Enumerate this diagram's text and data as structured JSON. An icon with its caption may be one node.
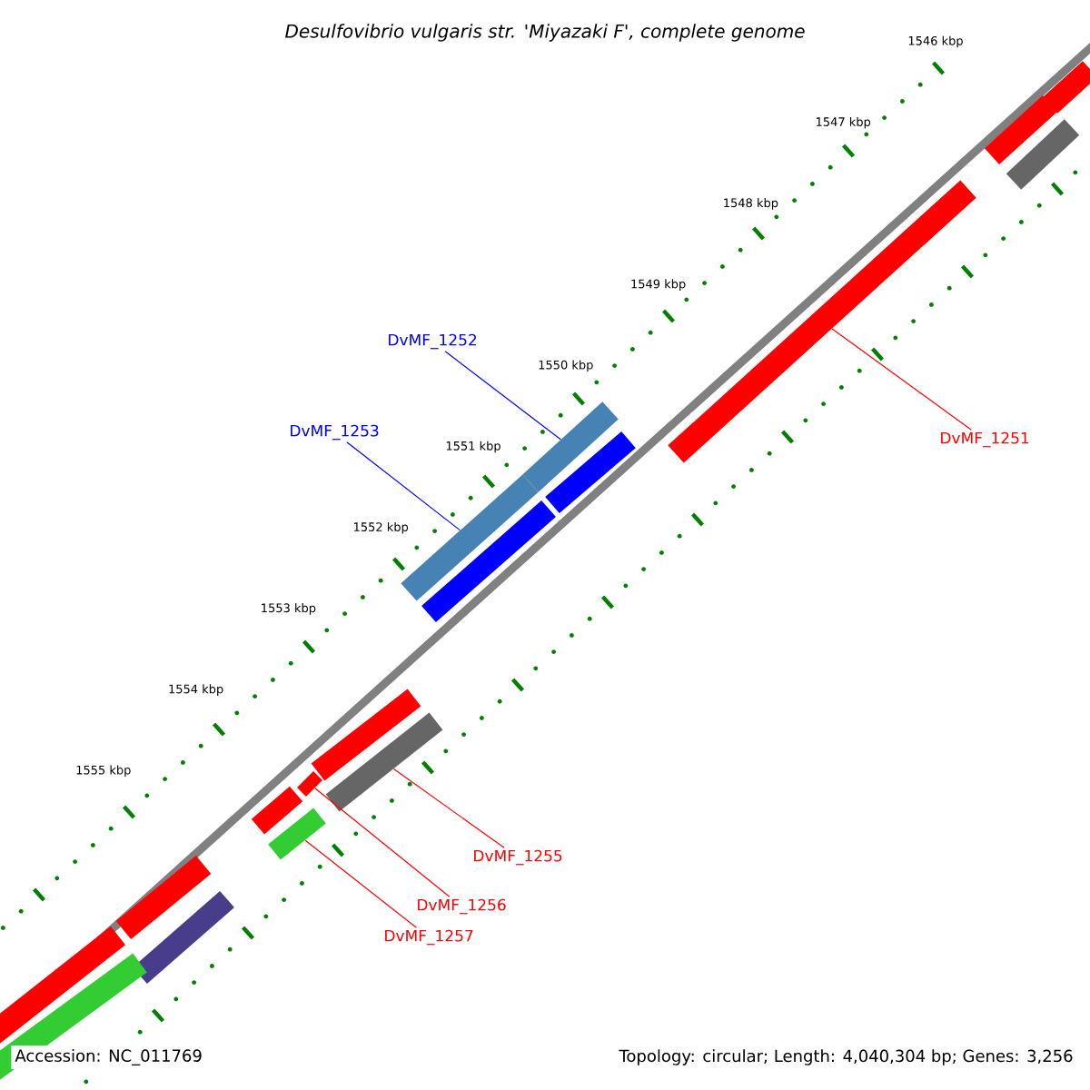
{
  "diagram": {
    "title": "*Desulfovibrio vulgaris* str. 'Miyazaki F', complete genome",
    "nodes": [
      {
        "text": [],
        "shape": "bar"
      },
      {
        "text": [],
        "shape": "bar"
      },
      {
        "text": [],
        "shape": "bar"
      },
      {
        "text": [],
        "shape": "bar"
      },
      {
        "text": [],
        "shape": "bar"
      },
      {
        "text": [],
        "shape": "bar"
      },
      {
        "text": [],
        "shape": "bar"
      },
      {
        "text": [],
        "shape": "bar"
      },
      {
        "text": [],
        "shape": "bar"
      },
      {
        "text": [],
        "shape": "bar"
      },
      {
        "text": [],
        "shape": "bar"
      },
      {
        "text": [],
        "shape": "bar"
      },
      {
        "text": [],
        "shape": "bar"
      },
      {
        "text": [],
        "shape": "bar"
      },
      {
        "text": [],
        "shape": "bar"
      },
      {
        "text": [],
        "shape": "bar"
      },
      {
        "text": [],
        "shape": "bar"
      },
      {
        "text": [
          "DvMF_1252"
        ]
      },
      {
        "text": [
          "DvMF_1253"
        ]
      },
      {
        "text": [
          "DvMF_1251"
        ]
      },
      {
        "text": [
          "DvMF_1255"
        ]
      },
      {
        "text": [
          "DvMF_1256"
        ]
      },
      {
        "text": [
          "DvMF_1257"
        ]
      }
    ],
    "edges": [
      {
        "from": 17,
        "to": 4,
        "arrow": "none",
        "color": "#0000ff"
      },
      {
        "from": 18,
        "to": 5,
        "arrow": "none",
        "color": "#0000ff"
      },
      {
        "from": 19,
        "to": 3,
        "arrow": "none"
      },
      {
        "from": 20,
        "to": 9,
        "arrow": "none"
      },
      {
        "from": 21,
        "to": 10,
        "arrow": "none"
      },
      {
        "from": 22,
        "to": 12,
        "arrow": "none"
      }
    ],
    "labels": [
      "1546 kbp",
      "1547 kbp",
      "1548 kbp",
      "1549 kbp",
      "1550 kbp",
      "1551 kbp",
      "1552 kbp",
      "1553 kbp",
      "1554 kbp",
      "1555 kbp",
      "Accession: NC_011769",
      "Topology: circular; Length: 4,040,304 bp; Genes: 3,256"
    ]
  }
}
